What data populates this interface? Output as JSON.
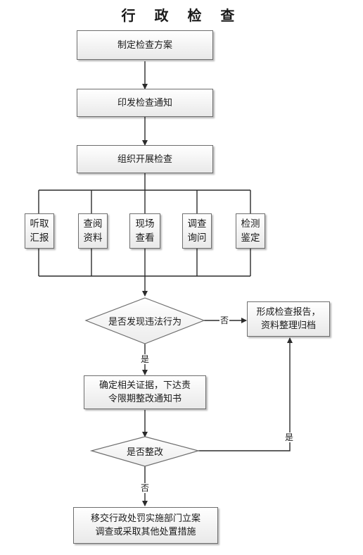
{
  "title": "行 政 检 查",
  "nodes": {
    "plan": "制定检查方案",
    "notice": "印发检查通知",
    "organize": "组织开展检查",
    "listen": "听取\n汇报",
    "review": "查阅\n资料",
    "site": "现场\n查看",
    "inquiry": "调查\n询问",
    "test": "检测\n鉴定",
    "violation_question": "是否发现违法行为",
    "report": "形成检查报告，\n资料整理归档",
    "evidence": "确定相关证据，下达责\n令限期整改通知书",
    "rectify_question": "是否整改",
    "transfer": "移交行政处罚实施部门立案\n调查或采取其他处置措施"
  },
  "edge_labels": {
    "violation_no": "否",
    "violation_yes": "是",
    "rectify_yes": "是",
    "rectify_no": "否"
  }
}
